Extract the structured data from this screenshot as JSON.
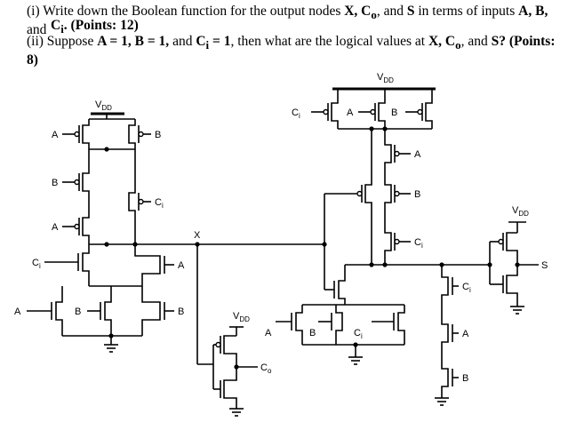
{
  "question": {
    "part1_prefix": "(i)  Write down the Boolean function for the output nodes ",
    "part1_nodes": "X, C",
    "part1_nodes_sub": "o",
    "part1_and": ", and ",
    "part1_s": "S",
    "part1_mid": " in terms of inputs ",
    "part1_inputs": "A, B,",
    "part1_and2": " and",
    "part1_line2_ci": "C",
    "part1_line2_ci_sub": "i",
    "part1_points": ". (Points: 12)",
    "part2_prefix": "(ii) Suppose ",
    "part2_assign": "A = 1, B = 1,",
    "part2_and": " and ",
    "part2_ci": "C",
    "part2_ci_sub": "i",
    "part2_ci_val": " = 1",
    "part2_mid": ", then what are the logical values at ",
    "part2_nodes": "X, C",
    "part2_nodes_sub": "o",
    "part2_and2": ", and ",
    "part2_s": "S",
    "part2_points": "? (Points: 8)"
  },
  "diagram": {
    "vdd": "V",
    "vdd_sub": "DD",
    "labels": {
      "A": "A",
      "B": "B",
      "C": "C",
      "i": "i",
      "o": "o",
      "X": "X",
      "S": "S"
    }
  }
}
